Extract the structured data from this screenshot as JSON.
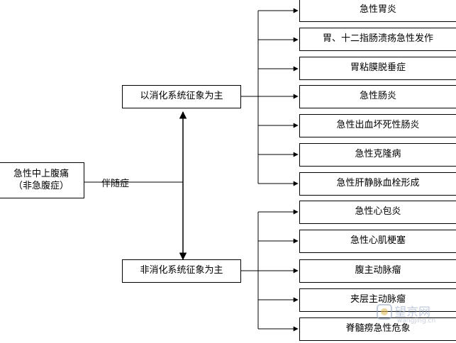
{
  "root": {
    "line1": "急性中上腹痛",
    "line2": "（非急腹症）"
  },
  "edge_label": "伴随症",
  "groups": [
    {
      "label": "以消化系统征象为主",
      "items": [
        "急性胃炎",
        "胃、十二指肠溃疡急性发作",
        "胃粘膜脱垂症",
        "急性肠炎",
        "急性出血坏死性肠炎",
        "急性克隆病",
        "急性肝静脉血栓形成"
      ]
    },
    {
      "label": "非消化系统征象为主",
      "items": [
        "急性心包炎",
        "急性心肌梗塞",
        "腹主动脉瘤",
        "夹层主动脉瘤",
        "脊髓痨急性危象"
      ]
    }
  ],
  "watermark": {
    "main": "望京网",
    "sub": "wangjing.cn"
  }
}
